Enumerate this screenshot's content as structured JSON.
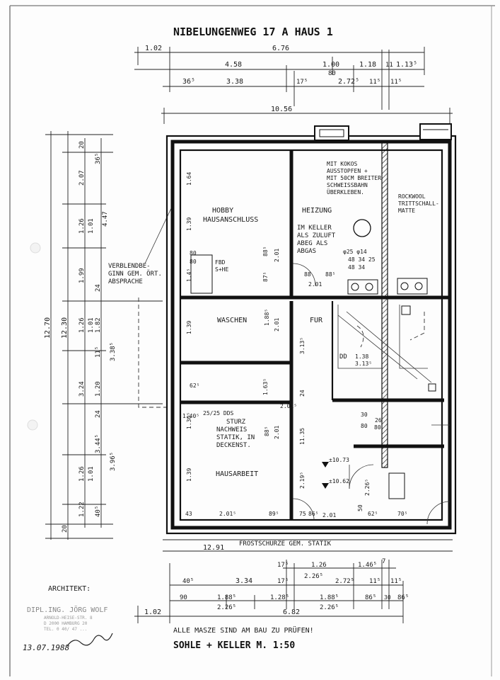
{
  "title": "NIBELUNGENWEG 17 A HAUS 1",
  "subtitle": "SOHLE + KELLER M. 1:50",
  "note_bottom": "ALLE MASZE SIND AM BAU ZU PRÜFEN!",
  "architect": {
    "label": "ARCHITEKT:",
    "stamp_line1": "DIPL.ING. JÖRG WOLF",
    "stamp_line2": "ARNOLD-HEISE-STR. 8",
    "stamp_line3": "D 2000 HAMBURG 20",
    "stamp_line4": "TEL. 0 40/ 47 ...",
    "date": "13.07.1988"
  },
  "rooms": {
    "hobby": "HOBBY",
    "hausanschluss": "HAUSANSCHLUSS",
    "heizung": "HEIZUNG",
    "heizung_note": [
      "IM KELLER",
      "ALS ZULUFT",
      "ABEG ALS",
      "ABGAS"
    ],
    "waschen": "WASCHEN",
    "fur": "FUR",
    "hausarbeit": "HAUSARBEIT"
  },
  "notes": {
    "kokos": [
      "MIT KOKOS",
      "AUSSTOPFEN +",
      "MIT 50CM BREITER",
      "SCHWEISSBAHN",
      "ÜBERKLEBEN."
    ],
    "rockwool": [
      "ROCKWOOL",
      "TRITTSCHALL-",
      "MATTE"
    ],
    "verblend": [
      "VERBLENDBE-",
      "GINN GEM. ÖRT.",
      "ABSPRACHE"
    ],
    "sturz": [
      "STURZ",
      "NACHWEIS",
      "STATIK, IN",
      "DECKENST."
    ],
    "frost": "FROSTSCHÜRZE GEM. STATIK",
    "fbd": [
      "FBD",
      "S+HE"
    ],
    "dd": "DD",
    "dd_dims": [
      "1.38",
      "3.13⁵"
    ],
    "level1": "±10.73",
    "level2": "±10.62",
    "pipes": [
      "φ25 φ14",
      "48 34 25",
      "48 34"
    ],
    "dds": "25/25 DDS"
  },
  "dims_top": {
    "row1": [
      "1.02",
      "6.76"
    ],
    "row2": [
      "4.58",
      "1.00",
      "1.18",
      "1.13⁵"
    ],
    "row3": [
      "80",
      "11"
    ],
    "row4": [
      "36⁵",
      "3.38",
      "17⁵",
      "2.72⁵",
      "11⁵",
      "11⁵"
    ],
    "row5": "10.56"
  },
  "dims_left": {
    "outer": [
      "12.70",
      "12.30"
    ],
    "col1": [
      "20",
      "2.07",
      "1.26",
      "1.99",
      "1.26",
      "3.24",
      "1.26",
      "1.22",
      "20"
    ],
    "col2": [
      "36⁵",
      "1.01",
      "24",
      "1.01",
      "1.20",
      "1.01",
      "40⁵"
    ],
    "col3": [
      "4.47",
      "1.82",
      "11⁵",
      "3.38⁵",
      "3.44⁵",
      "24",
      "3.96⁵"
    ]
  },
  "dims_inner": [
    "1.64",
    "1.39",
    "80",
    "80",
    "1.4⁵",
    "88⁵",
    "2.01",
    "87⁵",
    "1.88⁵",
    "2.01",
    "88",
    "2.01",
    "1.39",
    "3.13⁵",
    "62⁵",
    "1.63⁵",
    "1.30⁵",
    "88⁵",
    "2.01",
    "11.35",
    "24",
    "1.39",
    "2.19⁵",
    "2.26⁵",
    "2.01",
    "75",
    "43",
    "2.01⁵",
    "89⁵",
    "86⁵",
    "2.01⁵",
    "50",
    "62⁵",
    "70⁵",
    "80",
    "26",
    "80",
    "30",
    "1.40⁵",
    "88⁵"
  ],
  "dims_bottom": {
    "row0": "12.91",
    "row1": [
      "17⁵",
      "1.26",
      "1.46⁵",
      "7"
    ],
    "row2": [
      "40⁵",
      "3.34",
      "17⁵",
      "2.26⁵",
      "2.72⁵",
      "11⁵",
      "11⁵"
    ],
    "row3": [
      "90",
      "1.88⁵",
      "1.28⁵",
      "1.88⁵",
      "86⁵",
      "30",
      "86⁵"
    ],
    "row4": [
      "2.26⁵",
      "2.26⁵"
    ],
    "row5": [
      "1.02",
      "6.82"
    ]
  }
}
